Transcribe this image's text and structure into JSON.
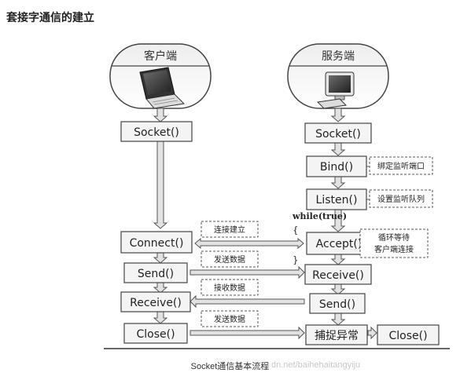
{
  "heading": "套接字通信的建立",
  "caption": "Socket通信基本流程",
  "watermark": "dn.net/baihehaitangyiju",
  "diagram": {
    "client_title": "客户端",
    "server_title": "服务端",
    "loop_label": "while(true)",
    "brace_open": "{",
    "brace_close": "}",
    "client_steps": {
      "socket": "Socket()",
      "connect": "Connect()",
      "send": "Send()",
      "receive": "Receive()",
      "close": "Close()"
    },
    "server_steps": {
      "socket": "Socket()",
      "bind": "Bind()",
      "listen": "Listen()",
      "accept": "Accept()",
      "receive": "Receive()",
      "send": "Send()",
      "exception": "捕捉异常",
      "close": "Close()"
    },
    "notes": {
      "bind": "绑定监听端口",
      "listen": "设置监听队列",
      "accept_line1": "循环等待",
      "accept_line2": "客户端连接"
    },
    "messages": {
      "connect": "连接建立",
      "send_data_1": "发送数据",
      "receive_data": "接收数据",
      "send_data_2": "发送数据"
    }
  }
}
